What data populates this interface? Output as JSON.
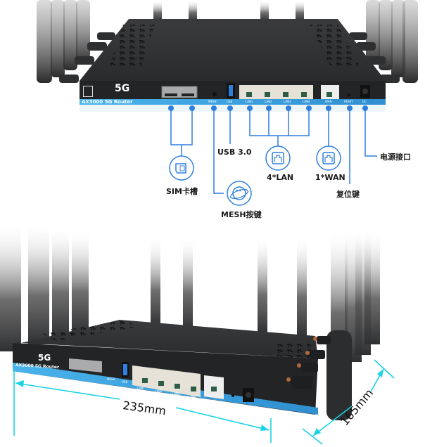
{
  "top_view": {
    "model_text": "AX3000 5G Router",
    "logo_5g": "5G",
    "ports": [
      "MESH",
      "USB",
      "LAN1",
      "LAN2",
      "LAN3",
      "LAN4",
      "WAN",
      "RESET",
      "DC"
    ]
  },
  "callouts": {
    "sim": {
      "label": "SIM卡槽",
      "icon": "sim-card-icon"
    },
    "mesh": {
      "label": "MESH按键",
      "icon": "mesh-globe-icon"
    },
    "usb": {
      "label": "USB 3.0"
    },
    "lan": {
      "label": "4*LAN",
      "icon": "ethernet-port-icon"
    },
    "wan": {
      "label": "1*WAN",
      "icon": "ethernet-port-icon"
    },
    "reset": {
      "label": "复位键"
    },
    "power": {
      "label": "电源接口"
    }
  },
  "bottom_view": {
    "model_text": "AX3000 5G Router",
    "logo_5g": "5G",
    "ports": [
      "MESH",
      "USB",
      "LAN1",
      "LAN2",
      "LAN3",
      "LAN4",
      "WAN",
      "RESET",
      "DC"
    ]
  },
  "dimensions": {
    "width": "235mm",
    "depth": "165mm"
  },
  "colors": {
    "callout_blue": "#2e7fe0",
    "dimension_cyan": "#19d3e6",
    "body_dark": "#2b2c2e",
    "strip_blue": "#3aa6e0"
  }
}
